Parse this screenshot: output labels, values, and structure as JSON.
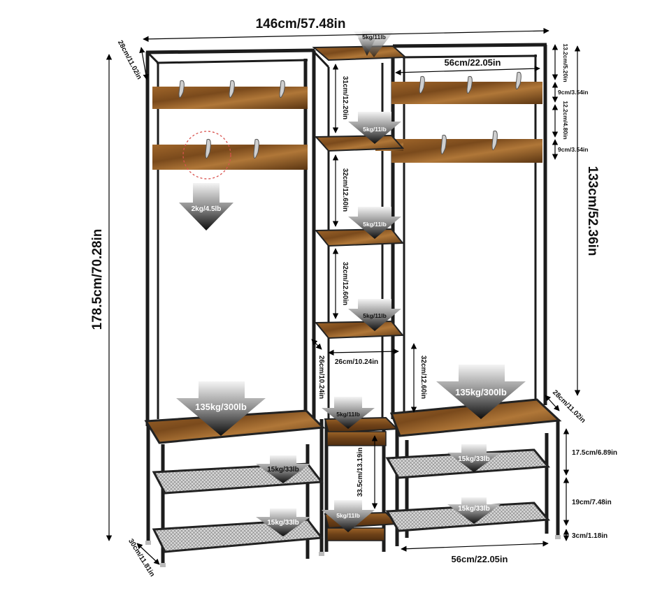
{
  "dimensions": {
    "total_width": "146cm/57.48in",
    "top_depth": "28cm/11.02in",
    "right_rack_width": "56cm/22.05in",
    "gap_top": "13.2cm/5.20in",
    "bar_height_1": "9cm/3.54in",
    "bar_gap": "12.2cm/4.80in",
    "bar_height_2": "9cm/3.54in",
    "side_height": "133cm/52.36in",
    "total_height": "178.5cm/70.28in",
    "shelf_gap_1": "31cm/12.20in",
    "shelf_gap_2": "32cm/12.60in",
    "shelf_gap_3": "32cm/12.60in",
    "shelf_diag": "26cm/10.24in",
    "shelf_width": "26cm/10.24in",
    "bench_height_right": "32cm/12.60in",
    "bench_depth_right": "28cm/11.02in",
    "bottom_gap": "33.5cm/13.19in",
    "shoe_gap_1": "17.5cm/6.89in",
    "shoe_gap_2": "19cm/7.48in",
    "foot_height": "3cm/1.18in",
    "bottom_width": "56cm/22.05in",
    "bottom_depth": "30cm/11.81in"
  },
  "loads": {
    "top_shelf": "5kg/11lb",
    "shelf_2": "5kg/11lb",
    "shelf_3": "5kg/11lb",
    "shelf_4": "5kg/11lb",
    "shelf_5": "5kg/11lb",
    "shelf_bottom": "5kg/11lb",
    "hook": "2kg/4.5lb",
    "bench_left": "135kg/300lb",
    "bench_right": "135kg/300lb",
    "shoe_left_upper": "15kg/33lb",
    "shoe_left_lower": "15kg/33lb",
    "shoe_right_upper": "15kg/33lb",
    "shoe_right_lower": "15kg/33lb"
  },
  "colors": {
    "frame": "#1c1c1c",
    "wood_light": "#a0662a",
    "wood_dark": "#5a3512",
    "arrow_top": "#f2f2f2",
    "arrow_bottom": "#111111",
    "highlight_circle": "#d9534f"
  }
}
